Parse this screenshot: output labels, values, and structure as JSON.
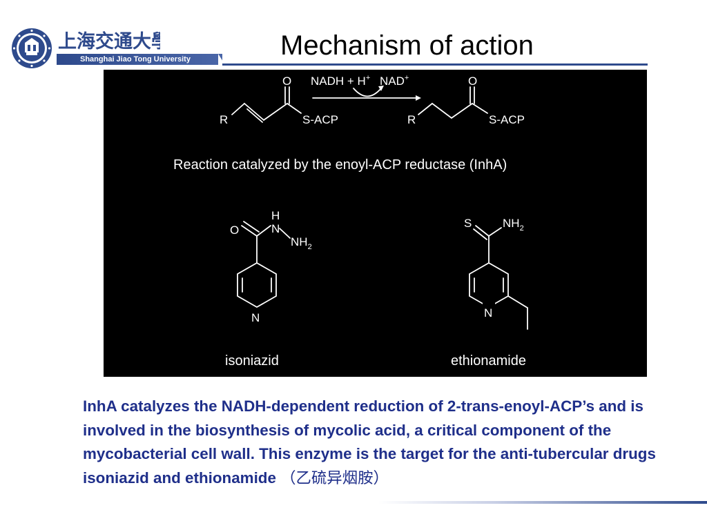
{
  "header": {
    "university_name_cn": "上海交通大學",
    "university_name_en": "Shanghai Jiao Tong University",
    "accent_color": "#2e4a8c"
  },
  "slide": {
    "title": "Mechanism of action",
    "text_color": "#1f2f8a"
  },
  "diagram": {
    "background_color": "#000000",
    "reaction": {
      "reactant_labels": {
        "r": "R",
        "o": "O",
        "s_acp": "S-ACP"
      },
      "product_labels": {
        "r": "R",
        "o": "O",
        "s_acp": "S-ACP"
      },
      "reagent_in": "NADH + H",
      "reagent_in_sup": "+",
      "reagent_out": "NAD",
      "reagent_out_sup": "+",
      "caption": "Reaction catalyzed by the enoyl-ACP reductase (InhA)"
    },
    "isoniazid": {
      "atom_o": "O",
      "atom_h": "H",
      "atom_n_amide": "N",
      "atom_nh2": "NH",
      "atom_nh2_sub": "2",
      "atom_n_ring": "N",
      "name": "isoniazid"
    },
    "ethionamide": {
      "atom_s": "S",
      "atom_nh2": "NH",
      "atom_nh2_sub": "2",
      "atom_n_ring": "N",
      "name": "ethionamide"
    }
  },
  "body": {
    "text": "InhA catalyzes the NADH-dependent reduction of 2-trans-enoyl-ACP’s and is involved in the biosynthesis of mycolic acid, a critical component of the mycobacterial cell wall. This enzyme is the target for the anti-tubercular drugs isoniazid and ethionamide ",
    "text_cn": "（乙硫异烟胺）"
  }
}
